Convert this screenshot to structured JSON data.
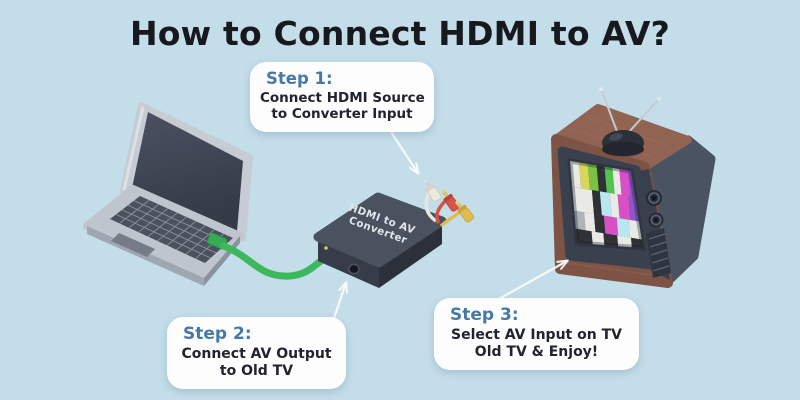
{
  "title": "How to Connect HDMI to AV?",
  "steps": [
    {
      "label": "Step 1:",
      "lines": [
        "Connect HDMI Source",
        "to Converter Input"
      ]
    },
    {
      "label": "Step 2:",
      "lines": [
        "Connect AV Output",
        "to Old TV"
      ]
    },
    {
      "label": "Step 3:",
      "lines": [
        "Select AV Input on TV",
        "Old TV & Enjoy!"
      ]
    }
  ],
  "converter": {
    "label_line1": "HDMI to AV",
    "label_line2": "Converter"
  },
  "colors": {
    "background": "#c3dde9",
    "title_text": "#17191e",
    "step_label_blue": "#4679a5",
    "step_body_text": "#20242e",
    "callout_bg": "#fdfdfe",
    "hdmi_cable_green": "#3eb85c",
    "rca_white": "#ebe6da",
    "rca_red": "#d65348",
    "rca_yellow": "#e2bc4c",
    "converter_body": "#4a515f",
    "converter_text": "#e2e5ea",
    "tv_wood": "#7d5345",
    "tv_side_panel": "#4a5362",
    "tv_bezel": "#3a414e",
    "laptop_silver": "#bfc5cf",
    "laptop_screen": "#3f4653",
    "arrow_white": "#fbfdfe"
  }
}
